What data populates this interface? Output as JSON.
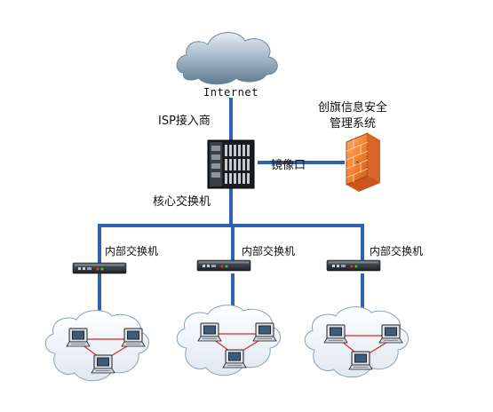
{
  "labels": {
    "internet": "Internet",
    "isp": "ISP接入商",
    "core_switch": "核心交换机",
    "mirror_port": "镜像口",
    "security_system_line1": "创旗信息安全",
    "security_system_line2": "管理系统",
    "internal_switch": "内部交换机"
  },
  "colors": {
    "link": "#2f62b0",
    "cloud_top": "#d5e3ef",
    "cloud_mid": "#9fb4c6",
    "cloud_bottom": "#5f7a8f",
    "lan_cloud": "#ecf2f8",
    "lan_cloud_edge": "#8aa2b7",
    "lan_link": "#d9262a",
    "firewall": "#f07a2a",
    "firewall_mortar": "#ffd7b0"
  },
  "branches": [
    {
      "switch_label": "内部交换机"
    },
    {
      "switch_label": "内部交换机"
    },
    {
      "switch_label": "内部交换机"
    }
  ]
}
